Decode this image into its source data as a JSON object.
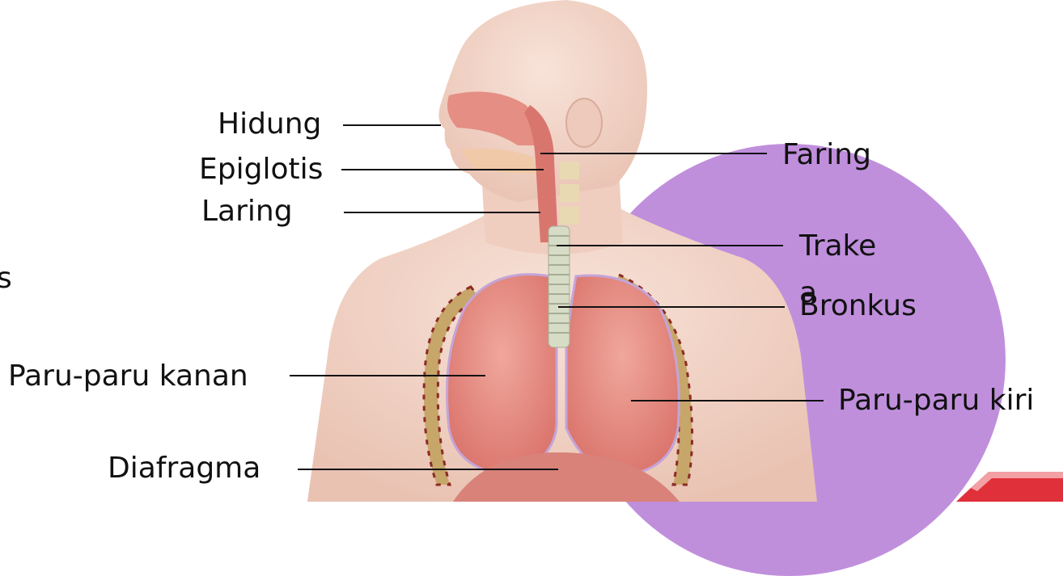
{
  "labels": {
    "hidung": "Hidung",
    "epiglotis": "Epiglotis",
    "laring": "Laring",
    "faring": "Faring",
    "trakea_line1": "Trake",
    "trakea_line2": "a",
    "bronkus": "Bronkus",
    "paru_kanan": "Paru-paru kanan",
    "paru_kiri": "Paru-paru kiri",
    "diafragma": "Diafragma",
    "edge_fragment": "s"
  },
  "colors": {
    "background_circle": "#c08fdc",
    "skin": "#f3d7cb",
    "lung": "#e58e84",
    "corner_accent": "#e0303a"
  }
}
